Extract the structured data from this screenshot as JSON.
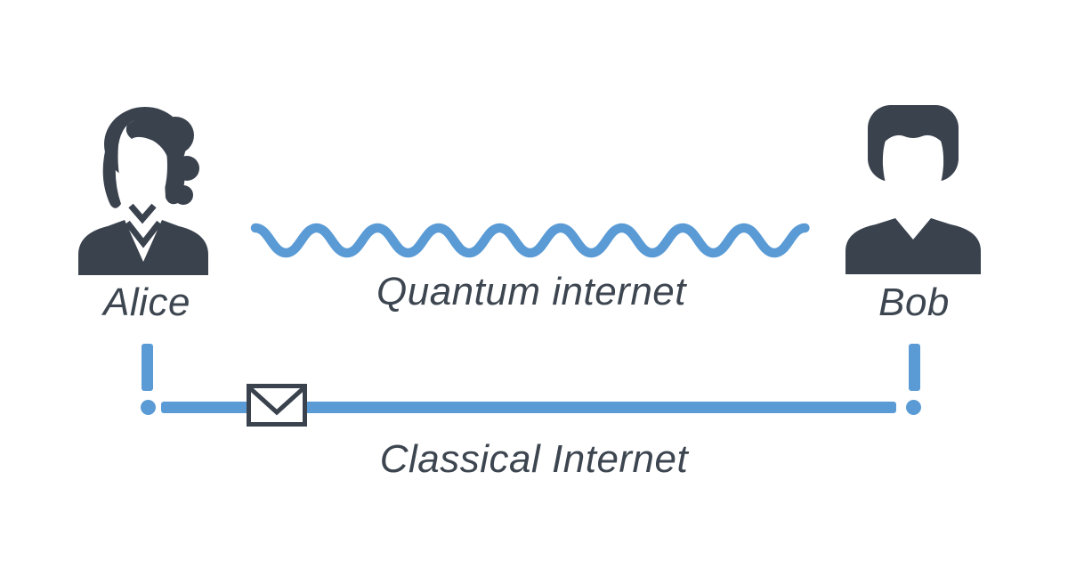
{
  "diagram": {
    "colors": {
      "blue": "#5b9bd5",
      "dark": "#3a424e",
      "text": "#3d4650",
      "background": "#ffffff"
    },
    "alice": {
      "label": "Alice",
      "icon": "woman-user-icon"
    },
    "bob": {
      "label": "Bob",
      "icon": "man-user-icon"
    },
    "quantum_link": {
      "label": "Quantum internet",
      "style": "wavy-line"
    },
    "classical_link": {
      "label": "Classical Internet",
      "style": "straight-line-with-endpoint-dots",
      "icon": "envelope-icon"
    }
  }
}
